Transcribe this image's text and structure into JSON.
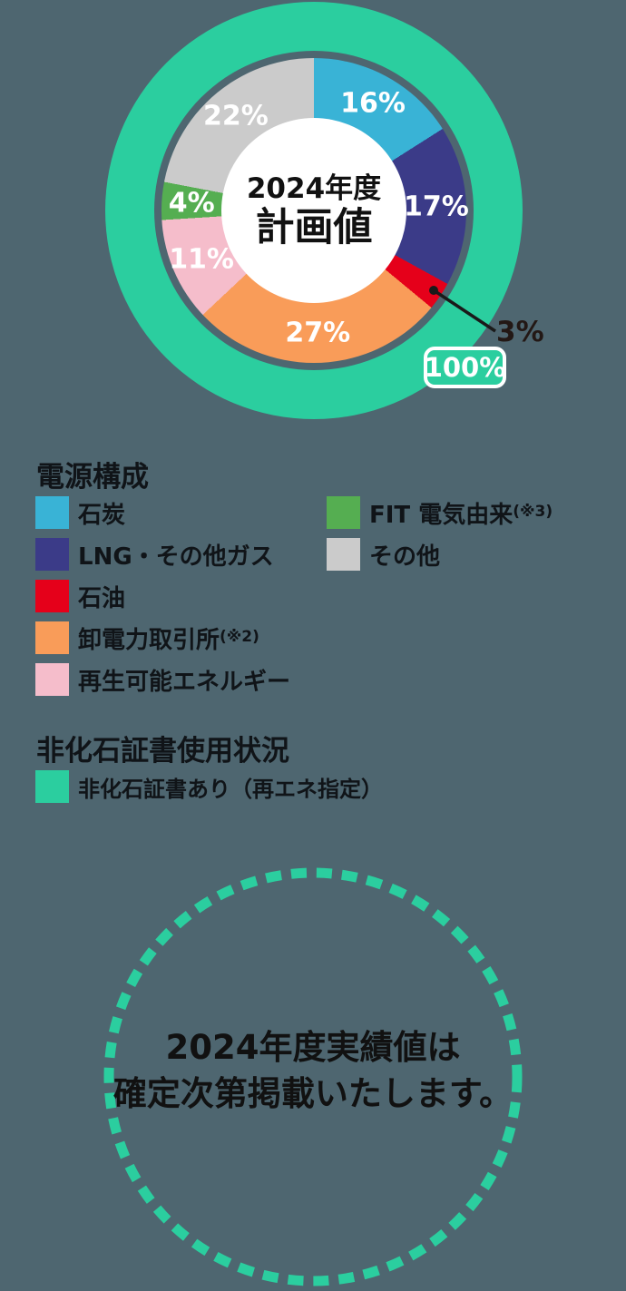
{
  "background_color": "#4E6670",
  "chart_data": {
    "type": "pie",
    "title": "2024年度 計画値",
    "center_label_line1": "2024年度",
    "center_label_line2": "計画値",
    "outer_ring": {
      "label": "100%",
      "value": 100,
      "color": "#2BCE9F",
      "meaning": "非化石証書あり（再エネ指定）"
    },
    "segments": [
      {
        "name": "石炭",
        "value": 16,
        "label": "16%",
        "color": "#39B3D6"
      },
      {
        "name": "LNG・その他ガス",
        "value": 17,
        "label": "17%",
        "color": "#3B3B88"
      },
      {
        "name": "石油",
        "value": 3,
        "label": "3%",
        "color": "#E5001A",
        "label_outside": true
      },
      {
        "name": "卸電力取引所",
        "value": 27,
        "label": "27%",
        "color": "#F99C59"
      },
      {
        "name": "再生可能エネルギー",
        "value": 11,
        "label": "11%",
        "color": "#F5BDCB"
      },
      {
        "name": "FIT 電気由来",
        "value": 4,
        "label": "4%",
        "color": "#55AE51"
      },
      {
        "name": "その他",
        "value": 22,
        "label": "22%",
        "color": "#CBCBCB"
      }
    ]
  },
  "legend_power": {
    "heading": "電源構成",
    "items_left": [
      {
        "label": "石炭",
        "note": "",
        "color": "#39B3D6"
      },
      {
        "label": "LNG・その他ガス",
        "note": "",
        "color": "#3B3B88"
      },
      {
        "label": "石油",
        "note": "",
        "color": "#E5001A"
      },
      {
        "label": "卸電力取引所",
        "note": "(※2)",
        "color": "#F99C59"
      },
      {
        "label": "再生可能エネルギー",
        "note": "",
        "color": "#F5BDCB"
      }
    ],
    "items_right": [
      {
        "label": "FIT 電気由来",
        "note": "(※3)",
        "color": "#55AE51"
      },
      {
        "label": "その他",
        "note": "",
        "color": "#CBCBCB"
      }
    ]
  },
  "legend_certificate": {
    "heading": "非化石証書使用状況",
    "item": {
      "label": "非化石証書あり（再エネ指定）",
      "color": "#2BCE9F"
    }
  },
  "notice": {
    "line1": "2024年度実績値は",
    "line2": "確定次第掲載いたします。",
    "border_color": "#2BCE9F"
  }
}
